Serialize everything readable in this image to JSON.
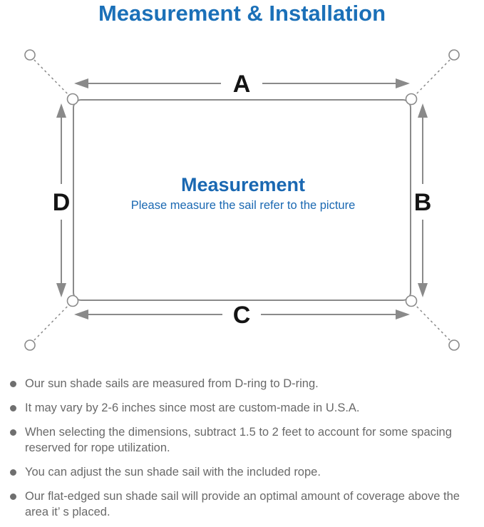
{
  "title": "Measurement & Installation",
  "diagram": {
    "labels": {
      "top": "A",
      "right": "B",
      "bottom": "C",
      "left": "D"
    },
    "center_title": "Measurement",
    "center_subtitle": "Please measure the sail refer to the picture"
  },
  "notes": [
    "Our sun shade sails are measured from D-ring to D-ring.",
    "It may vary by 2-6 inches since most are custom-made in U.S.A.",
    "When selecting the dimensions, subtract 1.5 to 2 feet to account for some spacing reserved for rope utilization.",
    "You can adjust the sun shade sail with the included rope.",
    "Our flat-edged sun shade sail will provide an optimal amount of coverage above the area it’ s placed."
  ],
  "colors": {
    "title_blue": "#1b70b8",
    "center_blue": "#1a68b2",
    "line_gray": "#8a8a8a",
    "label_black": "#141414",
    "note_gray": "#696969"
  }
}
